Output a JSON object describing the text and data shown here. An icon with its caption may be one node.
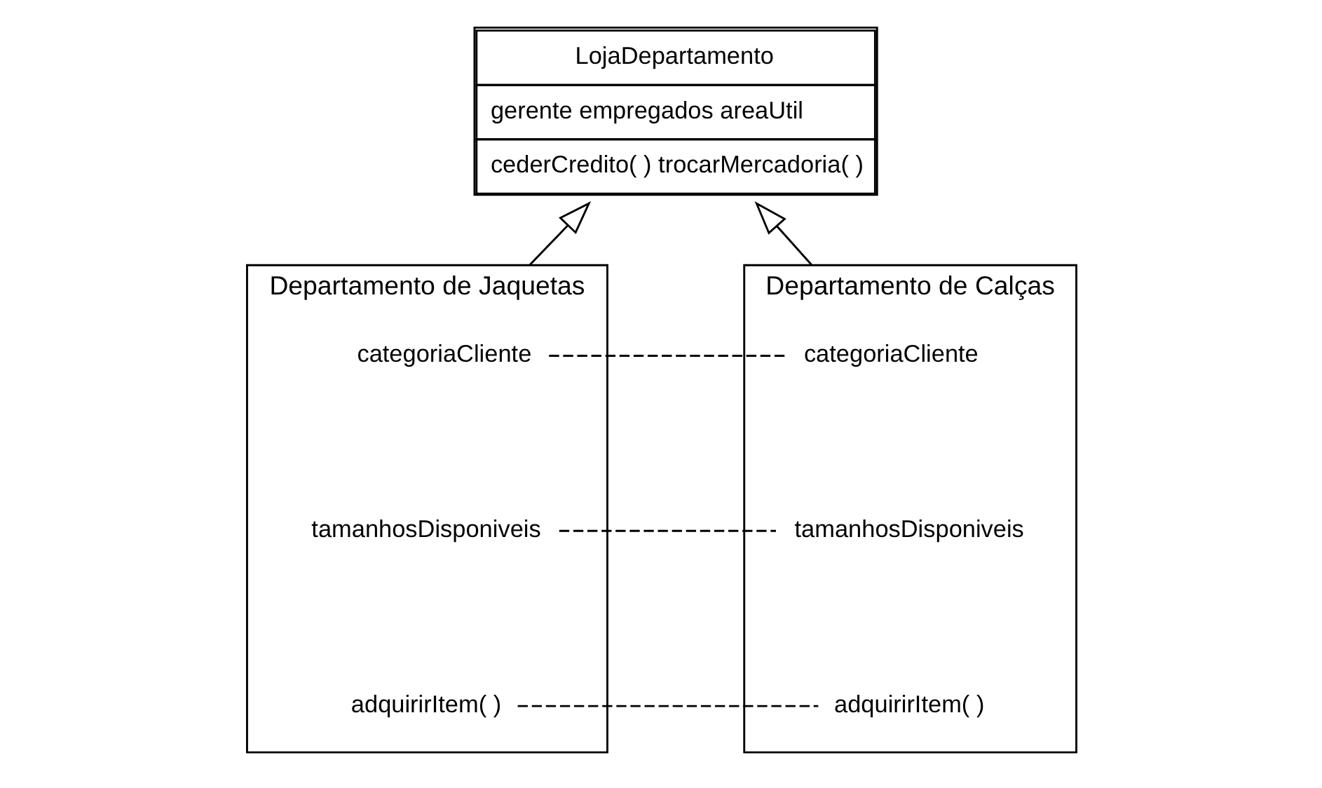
{
  "diagram": {
    "nodes": [
      {
        "text": [
          "LojaDepartamento",
          "gerente empregados areaUtil",
          "cederCredito( ) trocarMercadoria( )"
        ]
      },
      {
        "text": [
          "Departamento de Jaquetas"
        ]
      },
      {
        "text": [
          "categoriaCliente"
        ],
        "in": 1
      },
      {
        "text": [
          "tamanhosDisponiveis"
        ],
        "in": 1
      },
      {
        "text": [
          "adquirirItem( )"
        ],
        "in": 1
      },
      {
        "text": [
          "Departamento de Calças"
        ]
      },
      {
        "text": [
          "categoriaCliente"
        ],
        "in": 5
      },
      {
        "text": [
          "tamanhosDisponiveis"
        ],
        "in": 5
      },
      {
        "text": [
          "adquirirItem( )"
        ],
        "in": 5
      }
    ],
    "edges": [
      {
        "from": 1,
        "to": 0,
        "arrow": "to"
      },
      {
        "from": 5,
        "to": 0,
        "arrow": "to"
      },
      {
        "from": 2,
        "to": 6,
        "arrow": "none",
        "style": "dashed"
      },
      {
        "from": 3,
        "to": 7,
        "arrow": "none",
        "style": "dashed"
      },
      {
        "from": 4,
        "to": 8,
        "arrow": "none",
        "style": "dashed"
      }
    ]
  }
}
